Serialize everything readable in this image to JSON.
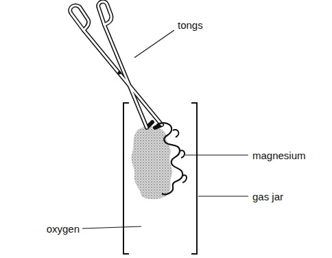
{
  "diagram": {
    "labels": [
      "tongs",
      "magnesium",
      "oxygen",
      "gas jar"
    ]
  }
}
